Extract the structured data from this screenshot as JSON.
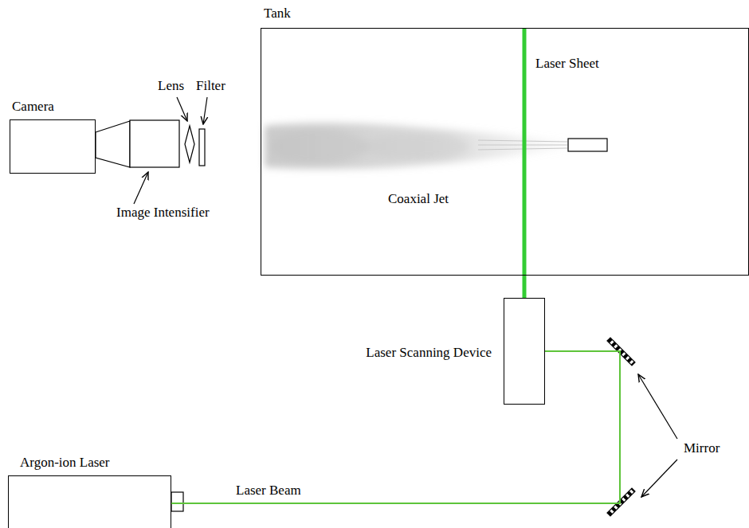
{
  "diagram": {
    "nodes": [
      {
        "text": [
          "Tank"
        ]
      },
      {
        "text": [
          "Laser Scanning Device"
        ]
      },
      {
        "text": [
          "Argon-ion Laser"
        ]
      },
      {
        "text": [
          "Camera"
        ]
      }
    ],
    "edges": [
      {
        "from": 2,
        "to": 1,
        "arrow": "none",
        "label": "Laser Beam"
      },
      {
        "from": 1,
        "to": 0,
        "arrow": "none"
      }
    ],
    "labels": [
      "Lens",
      "Filter",
      "Image Intensifier",
      "Laser Sheet",
      "Coaxial Jet",
      "Mirror"
    ]
  }
}
